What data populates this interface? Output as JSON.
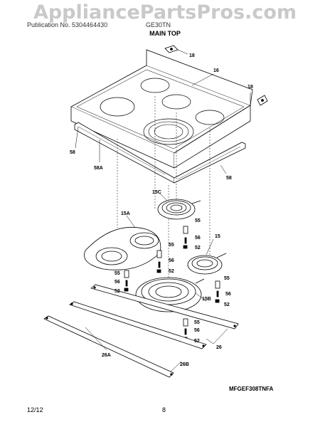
{
  "watermark": "AppliancePartsPros.com",
  "header": {
    "left": "Publication No. 5304464430",
    "right": "GE30TN"
  },
  "title": "MAIN TOP",
  "model_code": "MFGEF308TNFA",
  "footer": {
    "date": "12/12",
    "page": "8"
  },
  "callouts": {
    "c18a": "18",
    "c16": "16",
    "c18b": "18",
    "c58a": "58",
    "c58A": "58A",
    "c58b": "58",
    "c15C": "15C",
    "c15A": "15A",
    "c55a": "55",
    "c56a": "56",
    "c52a": "52",
    "c15": "15",
    "c55b": "55",
    "c56b": "56",
    "c52b": "52",
    "c55c": "55",
    "c56c": "56",
    "c52c": "52",
    "c55d": "55",
    "c56d": "56",
    "c52d": "52",
    "c15B": "15B",
    "c55e": "55",
    "c56e": "56",
    "c52e": "52",
    "c26": "26",
    "c26A": "26A",
    "c26B": "26B"
  }
}
